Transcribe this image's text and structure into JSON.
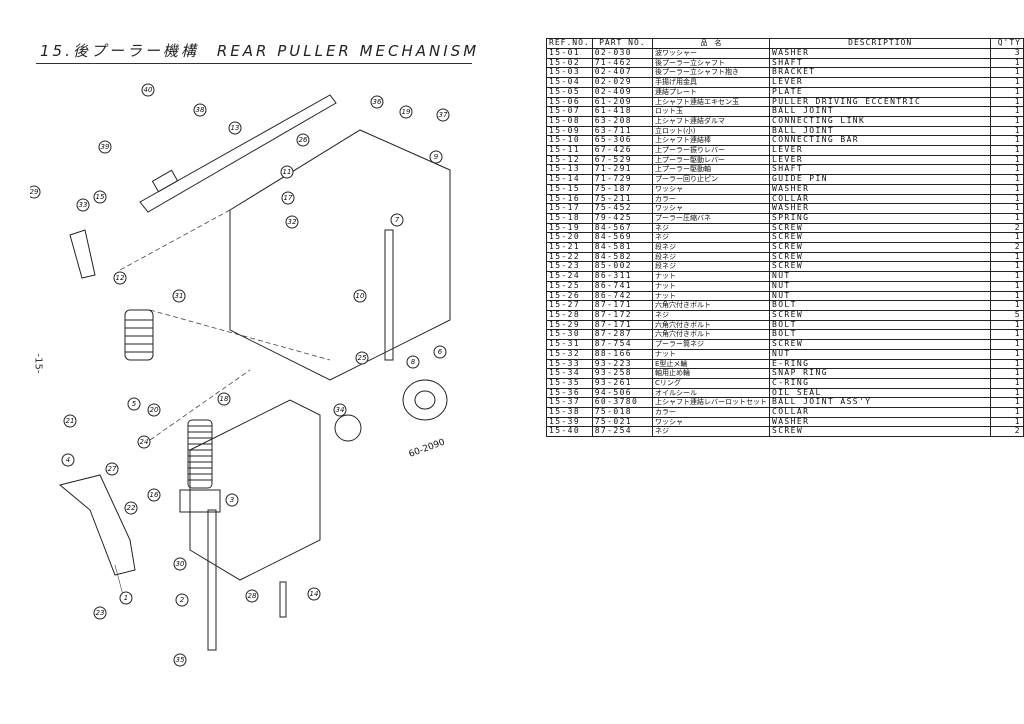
{
  "page": {
    "title": "15.後プーラー機構　REAR PULLER MECHANISM",
    "page_number": "-15-",
    "figure_code": "60-2090"
  },
  "table": {
    "headers": {
      "ref": "REF.NO.",
      "part": "PART NO.",
      "name_jp": "品　名",
      "desc": "DESCRIPTION",
      "qty": "Q'TY"
    },
    "rows": [
      {
        "ref": "15-01",
        "part": "02-030",
        "jp": "波ワッシャー",
        "desc": "WASHER",
        "qty": "3"
      },
      {
        "ref": "15-02",
        "part": "71-462",
        "jp": "後プーラー立シャフト",
        "desc": "SHAFT",
        "qty": "1"
      },
      {
        "ref": "15-03",
        "part": "02-407",
        "jp": "後プーラー立シャフト抱き",
        "desc": "BRACKET",
        "qty": "1"
      },
      {
        "ref": "15-04",
        "part": "02-029",
        "jp": "手揚げ用金具",
        "desc": "LEVER",
        "qty": "1"
      },
      {
        "ref": "15-05",
        "part": "02-409",
        "jp": "連結プレート",
        "desc": "PLATE",
        "qty": "1"
      },
      {
        "ref": "15-06",
        "part": "61-209",
        "jp": "上シャフト連結エキセン玉",
        "desc": "PULLER DRIVING ECCENTRIC",
        "qty": "1"
      },
      {
        "ref": "15-07",
        "part": "61-418",
        "jp": "ロット玉",
        "desc": "BALL JOINT",
        "qty": "1"
      },
      {
        "ref": "15-08",
        "part": "63-208",
        "jp": "上シャフト連結ダルマ",
        "desc": "CONNECTING LINK",
        "qty": "1"
      },
      {
        "ref": "15-09",
        "part": "63-711",
        "jp": "立ロット(小)",
        "desc": "BALL JOINT",
        "qty": "1"
      },
      {
        "ref": "15-10",
        "part": "65-306",
        "jp": "上シャフト連結棒",
        "desc": "CONNECTING BAR",
        "qty": "1"
      },
      {
        "ref": "15-11",
        "part": "67-426",
        "jp": "上プーラー振りレバー",
        "desc": "LEVER",
        "qty": "1"
      },
      {
        "ref": "15-12",
        "part": "67-529",
        "jp": "上プーラー駆動レバー",
        "desc": "LEVER",
        "qty": "1"
      },
      {
        "ref": "15-13",
        "part": "71-291",
        "jp": "上プーラー駆動軸",
        "desc": "SHAFT",
        "qty": "1"
      },
      {
        "ref": "15-14",
        "part": "71-729",
        "jp": "プーラー回り止ピン",
        "desc": "GUIDE PIN",
        "qty": "1"
      },
      {
        "ref": "15-15",
        "part": "75-187",
        "jp": "ワッシャ",
        "desc": "WASHER",
        "qty": "1"
      },
      {
        "ref": "15-16",
        "part": "75-211",
        "jp": "カラー",
        "desc": "COLLAR",
        "qty": "1"
      },
      {
        "ref": "15-17",
        "part": "75-452",
        "jp": "ワッシャ",
        "desc": "WASHER",
        "qty": "1"
      },
      {
        "ref": "15-18",
        "part": "79-425",
        "jp": "プーラー圧縮バネ",
        "desc": "SPRING",
        "qty": "1"
      },
      {
        "ref": "15-19",
        "part": "84-567",
        "jp": "ネジ",
        "desc": "SCREW",
        "qty": "2"
      },
      {
        "ref": "15-20",
        "part": "84-569",
        "jp": "ネジ",
        "desc": "SCREW",
        "qty": "1"
      },
      {
        "ref": "15-21",
        "part": "84-581",
        "jp": "段ネジ",
        "desc": "SCREW",
        "qty": "2"
      },
      {
        "ref": "15-22",
        "part": "84-582",
        "jp": "段ネジ",
        "desc": "SCREW",
        "qty": "1"
      },
      {
        "ref": "15-23",
        "part": "85-002",
        "jp": "段ネジ",
        "desc": "SCREW",
        "qty": "1"
      },
      {
        "ref": "15-24",
        "part": "86-311",
        "jp": "ナット",
        "desc": "NUT",
        "qty": "1"
      },
      {
        "ref": "15-25",
        "part": "86-741",
        "jp": "ナット",
        "desc": "NUT",
        "qty": "1"
      },
      {
        "ref": "15-26",
        "part": "86-742",
        "jp": "ナット",
        "desc": "NUT",
        "qty": "1"
      },
      {
        "ref": "15-27",
        "part": "87-171",
        "jp": "六角穴付きボルト",
        "desc": "BOLT",
        "qty": "1"
      },
      {
        "ref": "15-28",
        "part": "87-172",
        "jp": "ネジ",
        "desc": "SCREW",
        "qty": "5"
      },
      {
        "ref": "15-29",
        "part": "87-171",
        "jp": "六角穴付きボルト",
        "desc": "BOLT",
        "qty": "1"
      },
      {
        "ref": "15-30",
        "part": "87-287",
        "jp": "六角穴付きボルト",
        "desc": "BOLT",
        "qty": "1"
      },
      {
        "ref": "15-31",
        "part": "87-754",
        "jp": "プーラー筒ネジ",
        "desc": "SCREW",
        "qty": "1"
      },
      {
        "ref": "15-32",
        "part": "88-166",
        "jp": "ナット",
        "desc": "NUT",
        "qty": "1"
      },
      {
        "ref": "15-33",
        "part": "93-223",
        "jp": "E型止メ輪",
        "desc": "E-RING",
        "qty": "1"
      },
      {
        "ref": "15-34",
        "part": "93-258",
        "jp": "軸用止め輪",
        "desc": "SNAP RING",
        "qty": "1"
      },
      {
        "ref": "15-35",
        "part": "93-261",
        "jp": "Cリング",
        "desc": "C-RING",
        "qty": "1"
      },
      {
        "ref": "15-36",
        "part": "94-506",
        "jp": "オイルシール",
        "desc": "OIL SEAL",
        "qty": "1"
      },
      {
        "ref": "15-37",
        "part": "60-3780",
        "jp": "上シャフト連結レバーロットセット",
        "desc": "BALL JOINT ASS'Y",
        "qty": "1"
      },
      {
        "ref": "15-38",
        "part": "75-018",
        "jp": "カラー",
        "desc": "COLLAR",
        "qty": "1"
      },
      {
        "ref": "15-39",
        "part": "75-021",
        "jp": "ワッシャ",
        "desc": "WASHER",
        "qty": "1"
      },
      {
        "ref": "15-40",
        "part": "87-254",
        "jp": "ネジ",
        "desc": "SCREW",
        "qty": "2"
      }
    ]
  },
  "callouts": [
    "1",
    "2",
    "3",
    "4",
    "5",
    "6",
    "7",
    "8",
    "9",
    "10",
    "11",
    "12",
    "13",
    "14",
    "15",
    "16",
    "17",
    "18",
    "19",
    "20",
    "21",
    "22",
    "23",
    "24",
    "25",
    "26",
    "27",
    "28",
    "29",
    "30",
    "31",
    "32",
    "33",
    "34",
    "35",
    "36",
    "37",
    "38",
    "39",
    "40"
  ]
}
